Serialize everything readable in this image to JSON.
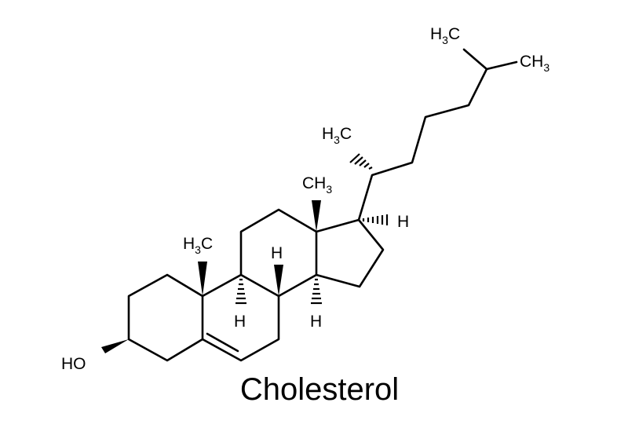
{
  "molecule": {
    "name": "Cholesterol"
  },
  "labels": {
    "ho": "HO",
    "c10_methyl": {
      "main": "H",
      "sub": "3",
      "tail": "C"
    },
    "c13_methyl": {
      "main": "CH",
      "sub": "3"
    },
    "c21_methyl": {
      "main": "H",
      "sub": "3",
      "tail": "C"
    },
    "c26_methyl": {
      "main": "H",
      "sub": "3",
      "tail": "C"
    },
    "c27_methyl": {
      "main": "CH",
      "sub": "3"
    },
    "h9": "H",
    "h8": "H",
    "h14": "H",
    "h17": "H"
  },
  "colors": {
    "ink": "#000000",
    "background": "#ffffff"
  }
}
